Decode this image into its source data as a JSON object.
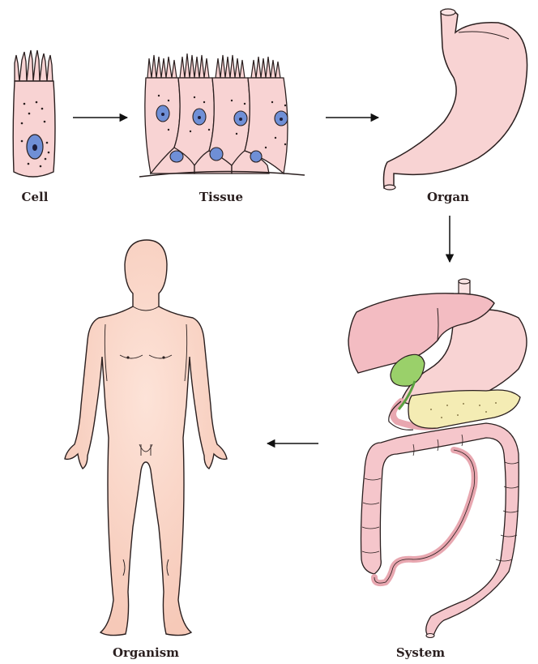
{
  "labels": {
    "cell": "Cell",
    "tissue": "Tissue",
    "organ": "Organ",
    "system": "System",
    "organism": "Organism"
  },
  "colors": {
    "skin": "#fad7cc",
    "cell_pink": "#f8d3d3",
    "nucleus": "#6f8fd6",
    "liver": "#f3bcc2",
    "gallbladder": "#9ad06a",
    "pancreas": "#f4ecb4",
    "intestine": "#f5c6cb",
    "outline": "#2a1f1f",
    "arrow": "#111111"
  }
}
